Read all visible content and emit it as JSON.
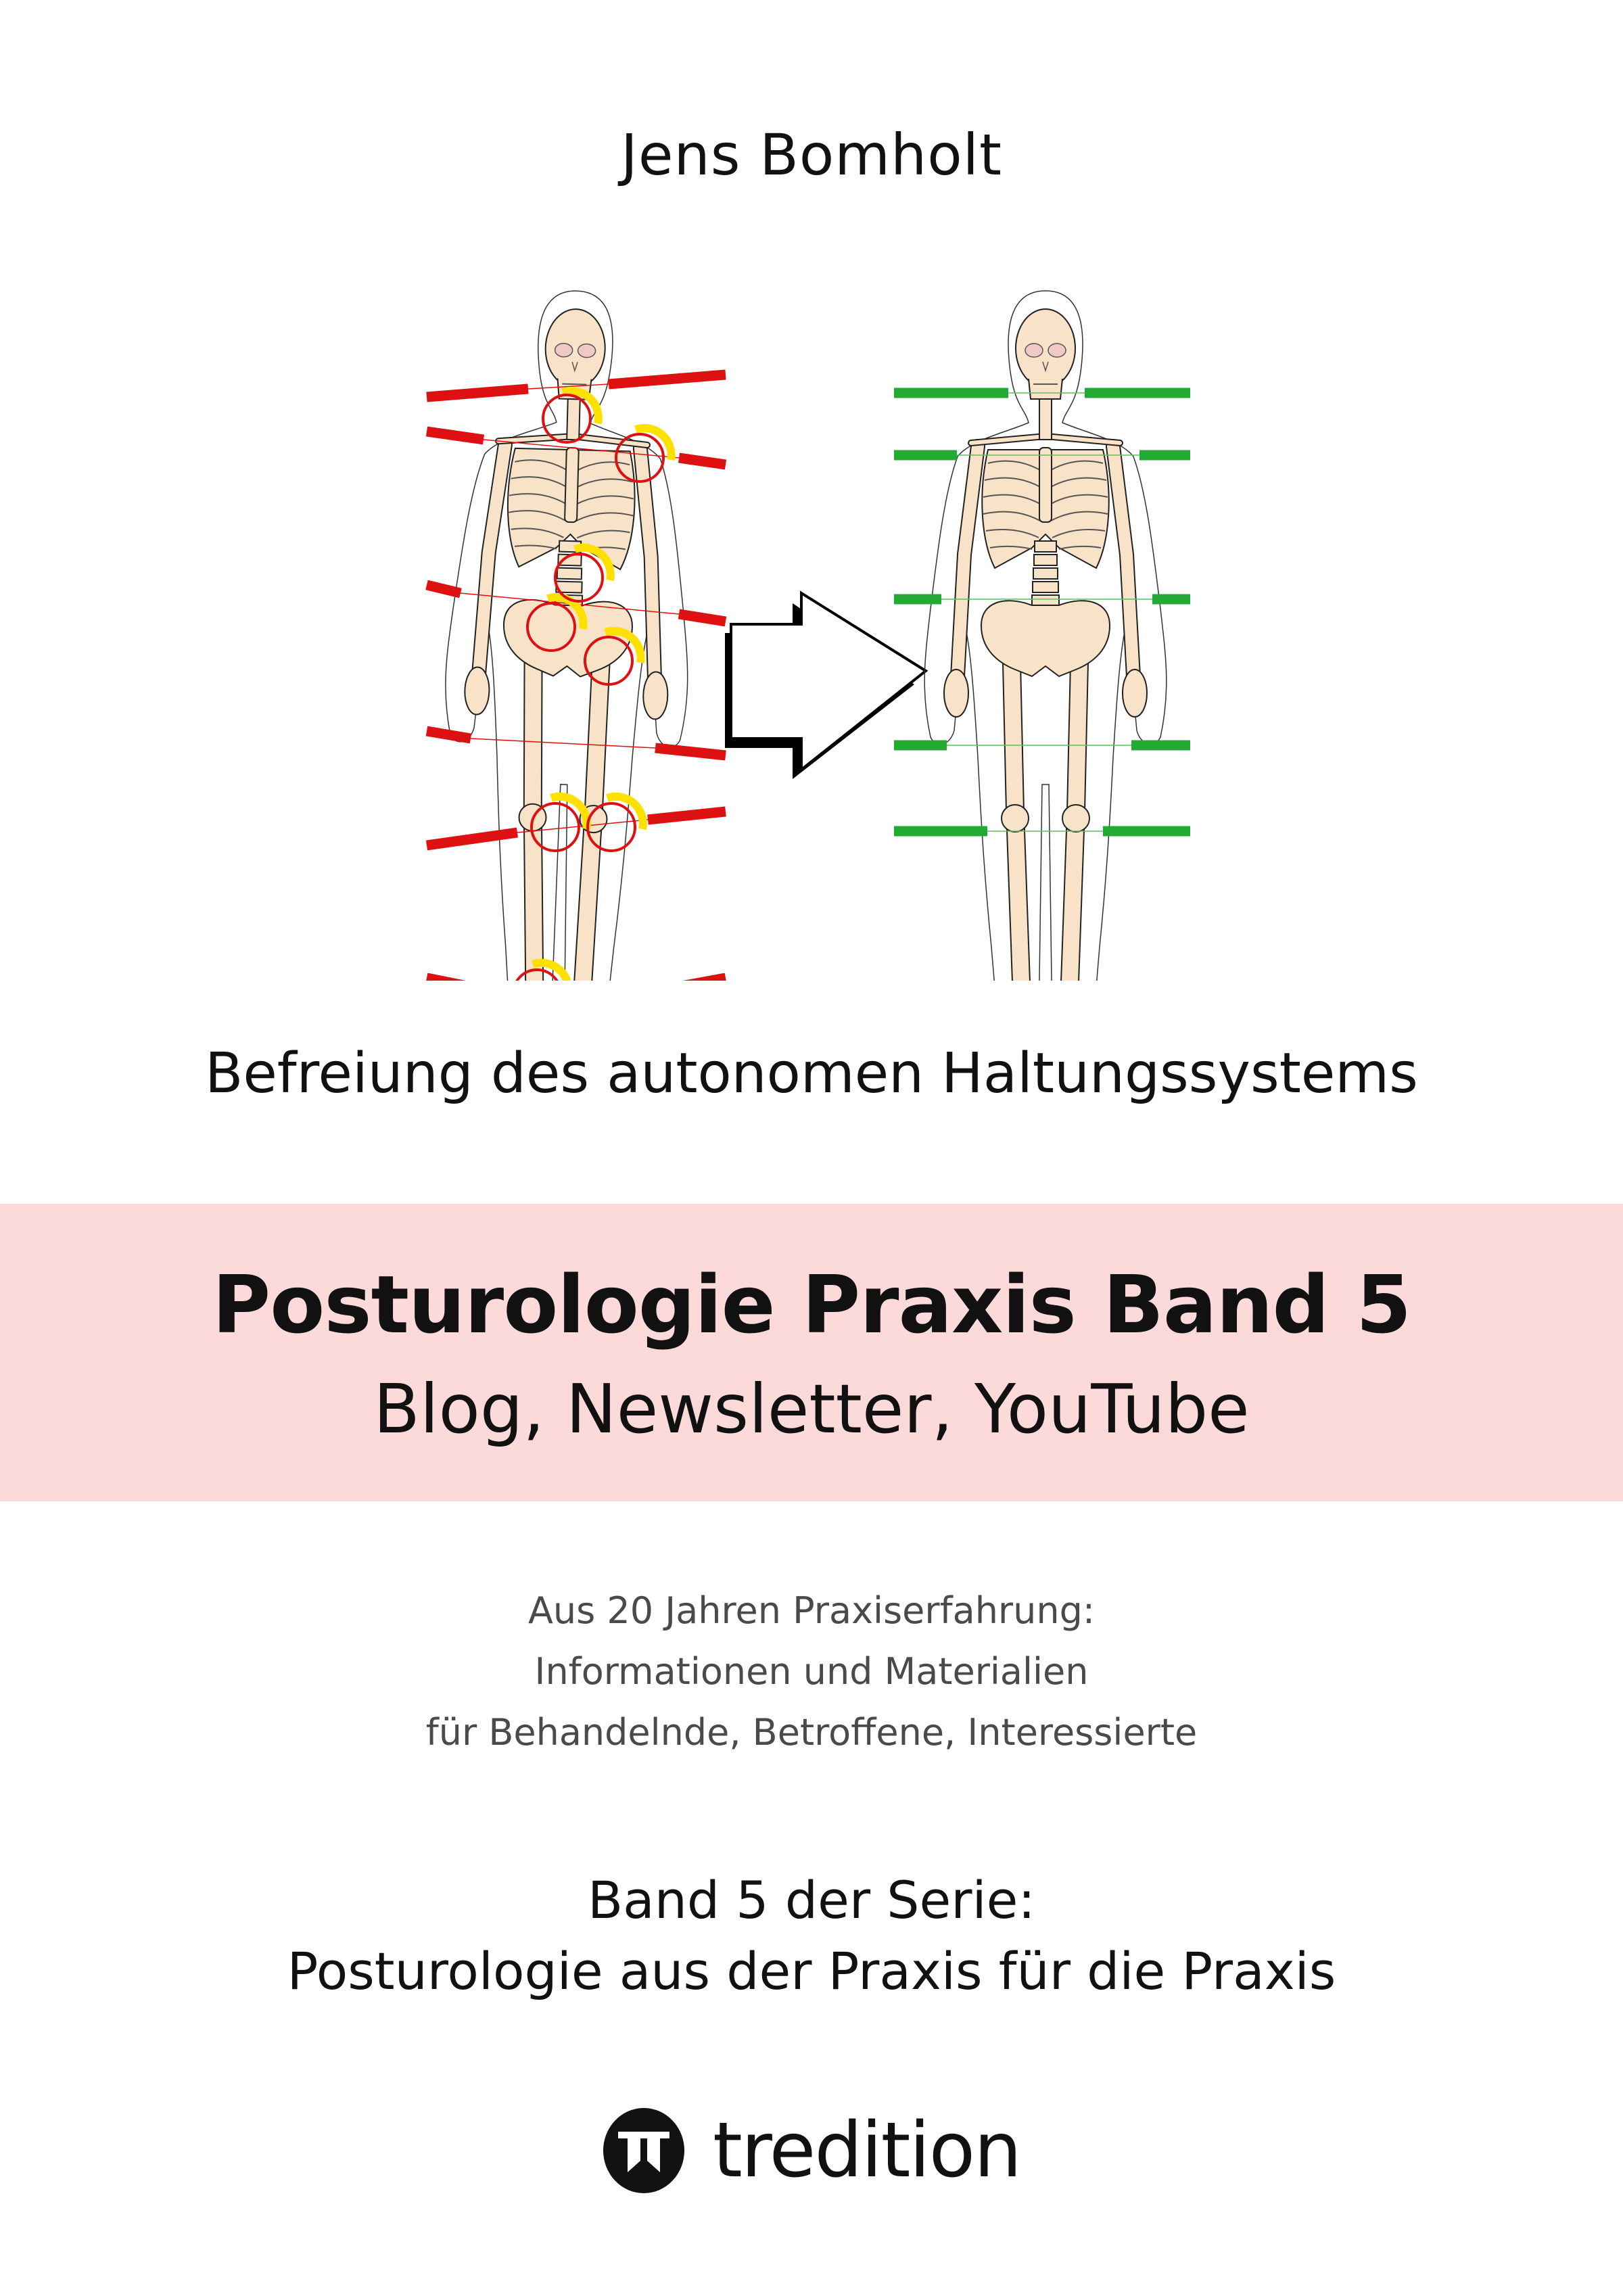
{
  "author": "Jens Bomholt",
  "subtitle": "Befreiung des autonomen Haltungssystems",
  "title": "Posturologie Praxis Band 5",
  "title_sub": "Blog, Newsletter, YouTube",
  "description": [
    "Aus 20 Jahren Praxiserfahrung:",
    "Informationen und Materialien",
    "für Behandelnde, Betroffene, Interessierte"
  ],
  "series": [
    "Band 5 der Serie:",
    "Posturologie aus der Praxis für die Praxis"
  ],
  "publisher": "tredition",
  "colors": {
    "band": "#fcdada",
    "misaligned": "#dd1111",
    "aligned": "#22aa33",
    "rotation": "#ffe000"
  }
}
